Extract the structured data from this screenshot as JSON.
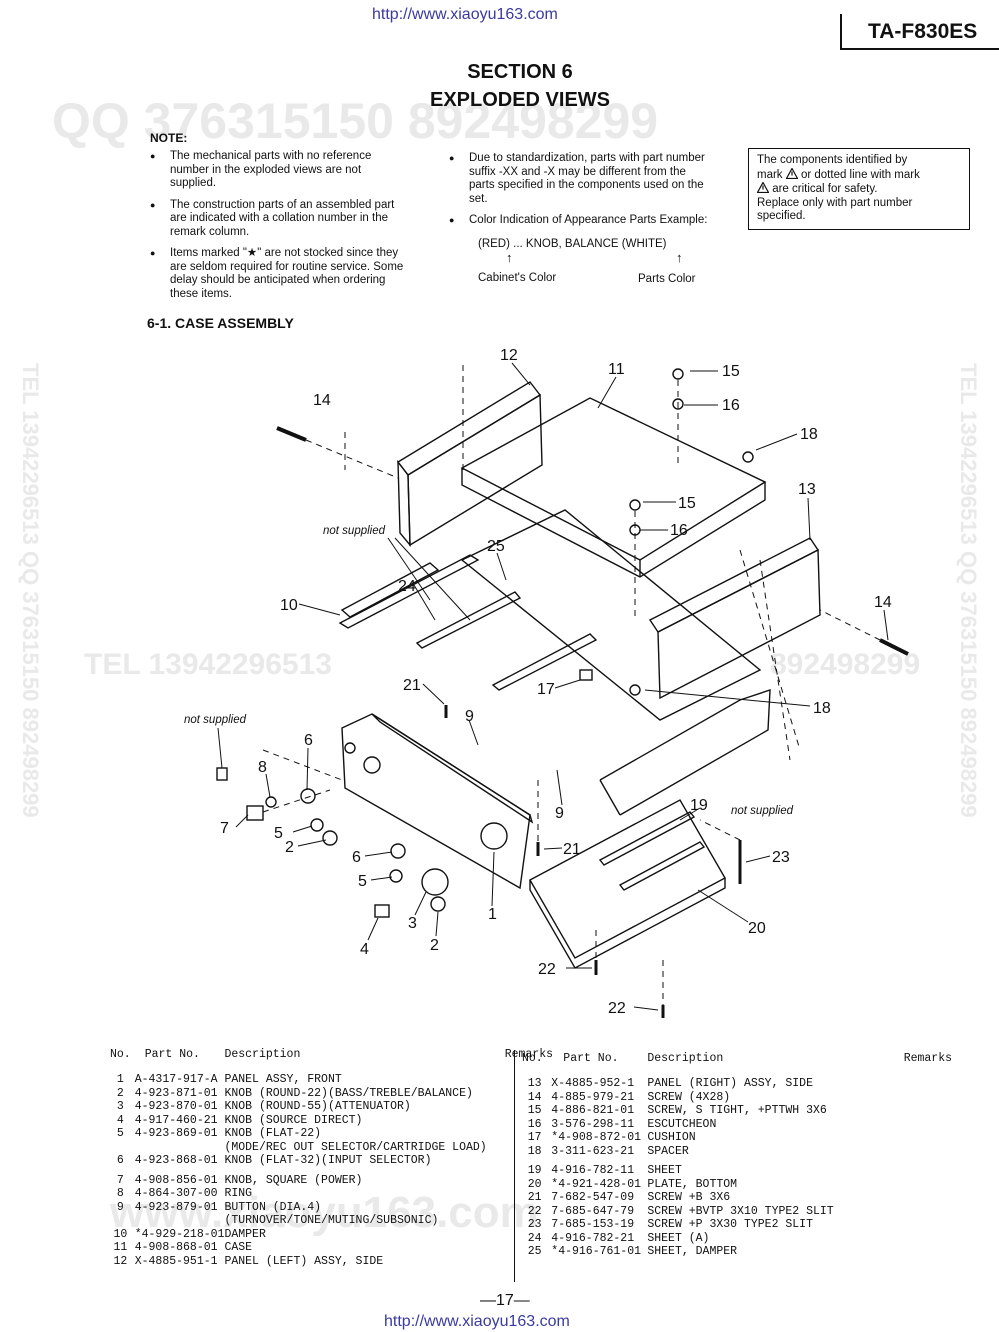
{
  "header": {
    "url_top": "http://www.xiaoyu163.com",
    "model": "TA-F830ES"
  },
  "section": {
    "title_line1": "SECTION 6",
    "title_line2": "EXPLODED VIEWS"
  },
  "watermarks": {
    "qq_line": "QQ 376315150   892498299",
    "tel_mid": "TEL 13942296513",
    "side_vertical": "TEL 13942296513  QQ 376315150  892498299",
    "bottom": "www.xiaoyu163.com",
    "mid_right": "892498299"
  },
  "note": {
    "heading": "NOTE:",
    "left_items": [
      "The mechanical parts with no reference number in the exploded views are not supplied.",
      "The construction parts of an assembled part are indicated with a collation number in the remark column.",
      "Items marked \"★\" are not stocked since they are seldom required for routine service.  Some delay should be anticipated when ordering these items."
    ],
    "right_items": [
      "Due to standardization, parts with part number suffix -XX and -X may be different from the parts specified in the components used on the set.",
      "Color Indication of Appearance Parts Example:"
    ],
    "color_example": "(RED) ... KNOB, BALANCE (WHITE)",
    "arrow_glyph": "↑",
    "cabinet_color": "Cabinet's Color",
    "parts_color": "Parts Color"
  },
  "caution": {
    "line1": "The components identified by",
    "line2a": "mark",
    "line2b": "or dotted line with mark",
    "line3": "are critical for safety.",
    "line4": "Replace only with part number specified."
  },
  "subsection": "6-1.   CASE ASSEMBLY",
  "diagram": {
    "not_supplied": "not supplied",
    "callouts": [
      "1",
      "2",
      "3",
      "4",
      "5",
      "6",
      "7",
      "8",
      "9",
      "10",
      "11",
      "12",
      "13",
      "14",
      "15",
      "16",
      "17",
      "18",
      "19",
      "20",
      "21",
      "22",
      "23",
      "24",
      "25"
    ]
  },
  "table": {
    "headers": {
      "no": "No.",
      "part": "Part No.",
      "desc": "Description",
      "remarks": "Remarks"
    },
    "left_rows": [
      [
        "1",
        "A-4317-917-A",
        "PANEL ASSY, FRONT"
      ],
      [
        "2",
        "4-923-871-01",
        "KNOB (ROUND-22)(BASS/TREBLE/BALANCE)"
      ],
      [
        "3",
        "4-923-870-01",
        "KNOB (ROUND-55)(ATTENUATOR)"
      ],
      [
        "4",
        "4-917-460-21",
        "KNOB (SOURCE DIRECT)"
      ],
      [
        "5",
        "4-923-869-01",
        "KNOB (FLAT-22)"
      ],
      [
        "",
        "",
        "(MODE/REC OUT SELECTOR/CARTRIDGE LOAD)"
      ],
      [
        "6",
        "4-923-868-01",
        "KNOB (FLAT-32)(INPUT SELECTOR)"
      ],
      [
        "",
        "",
        ""
      ],
      [
        "7",
        "4-908-856-01",
        "KNOB, SQUARE (POWER)"
      ],
      [
        "8",
        "4-864-307-00",
        "RING"
      ],
      [
        "9",
        "4-923-879-01",
        "BUTTON (DIA.4)"
      ],
      [
        "",
        "",
        "(TURNOVER/TONE/MUTING/SUBSONIC)"
      ],
      [
        "10",
        "*4-929-218-01",
        "DAMPER"
      ],
      [
        "11",
        "4-908-868-01",
        "CASE"
      ],
      [
        "12",
        "X-4885-951-1",
        "PANEL (LEFT) ASSY, SIDE"
      ]
    ],
    "right_rows": [
      [
        "13",
        "X-4885-952-1",
        "PANEL (RIGHT) ASSY, SIDE"
      ],
      [
        "14",
        "4-885-979-21",
        "SCREW (4X28)"
      ],
      [
        "15",
        "4-886-821-01",
        "SCREW, S TIGHT, +PTTWH 3X6"
      ],
      [
        "16",
        "3-576-298-11",
        "ESCUTCHEON"
      ],
      [
        "17",
        "*4-908-872-01",
        "CUSHION"
      ],
      [
        "18",
        "3-311-623-21",
        "SPACER"
      ],
      [
        "",
        "",
        ""
      ],
      [
        "19",
        "4-916-782-11",
        "SHEET"
      ],
      [
        "20",
        "*4-921-428-01",
        "PLATE, BOTTOM"
      ],
      [
        "21",
        "7-682-547-09",
        "SCREW +B 3X6"
      ],
      [
        "22",
        "7-685-647-79",
        "SCREW +BVTP 3X10 TYPE2 SLIT"
      ],
      [
        "23",
        "7-685-153-19",
        "SCREW +P 3X30 TYPE2 SLIT"
      ],
      [
        "24",
        "4-916-782-21",
        "SHEET (A)"
      ],
      [
        "25",
        "*4-916-761-01",
        "SHEET, DAMPER"
      ]
    ]
  },
  "footer": {
    "page": "—17—",
    "url_bottom": "http://www.xiaoyu163.com"
  }
}
